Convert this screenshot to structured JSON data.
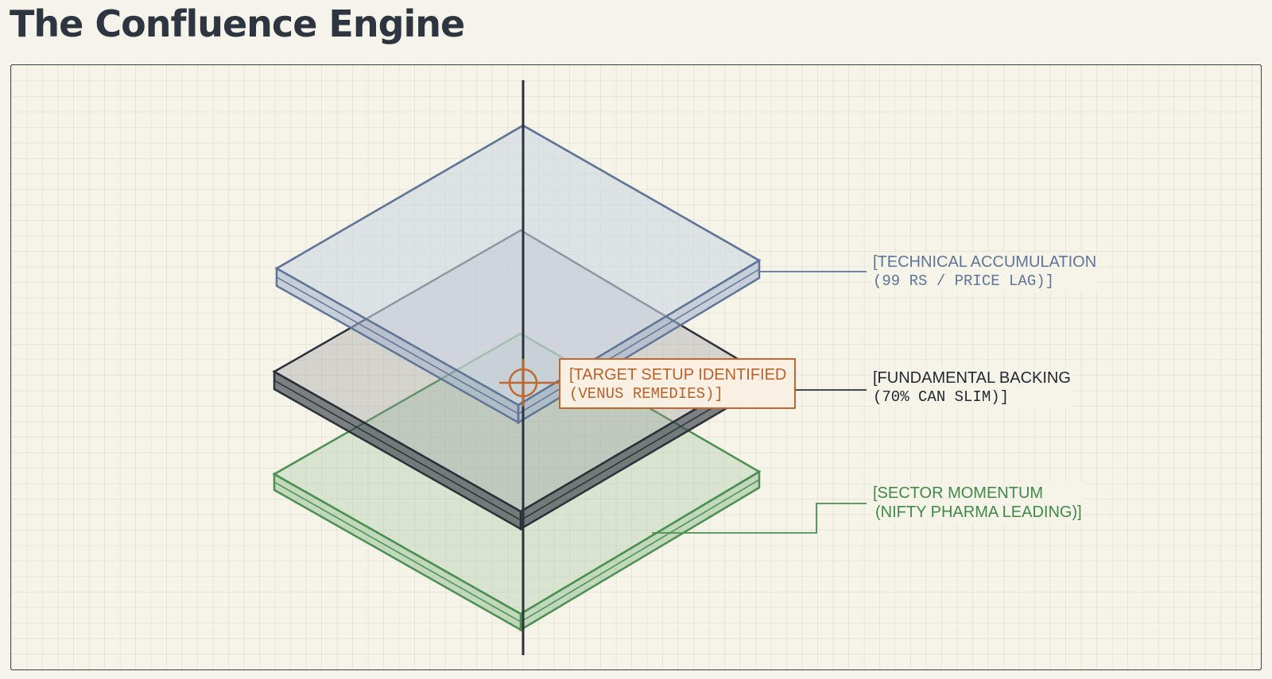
{
  "title": "The Confluence Engine",
  "colors": {
    "technical": "#5e7696",
    "fundamental": "#2a313b",
    "sector": "#3f8a47",
    "target": "#c0682f",
    "background": "#f6f3ea"
  },
  "layers": [
    {
      "id": "technical",
      "line1": "[TECHNICAL ACCUMULATION",
      "line2": "(99 RS / PRICE LAG)]"
    },
    {
      "id": "fundamental",
      "line1": "[FUNDAMENTAL BACKING",
      "line2": "(70% CAN SLIM)]"
    },
    {
      "id": "sector",
      "line1": "[SECTOR MOMENTUM",
      "line2": "(NIFTY PHARMA LEADING)]"
    }
  ],
  "target": {
    "line1": "[TARGET SETUP IDENTIFIED",
    "line2": "(VENUS REMEDIES)]",
    "icon": "crosshair-icon"
  }
}
